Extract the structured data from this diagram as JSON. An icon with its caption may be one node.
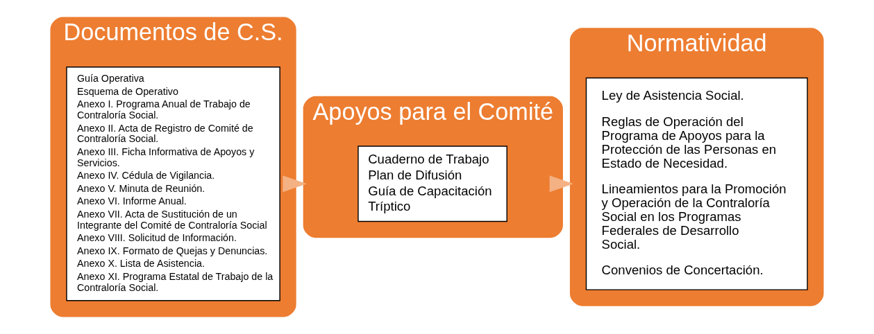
{
  "diagram": {
    "nodes": [
      {
        "text": [
          "Documentos de C.S."
        ]
      },
      {
        "text": [
          "Guía Operativa",
          "Esquema de Operativo",
          "Anexo I. Programa Anual de Trabajo de Contraloría Social.",
          "Anexo II. Acta de Registro de Comité de Contraloría Social.",
          "Anexo III. Ficha Informativa de Apoyos y Servicios.",
          "Anexo IV. Cédula de Vigilancia.",
          "Anexo V. Minuta de Reunión.",
          "Anexo VI. Informe Anual.",
          "Anexo VII. Acta de Sustitución de un Integrante del Comité de Contraloría Social",
          "Anexo VIII. Solicitud de Información.",
          "Anexo IX. Formato de Quejas y Denuncias.",
          "Anexo X. Lista de Asistencia.",
          "Anexo XI. Programa Estatal de Trabajo de la Contraloría Social."
        ],
        "in": 0
      },
      {
        "text": [
          "Apoyos para el Comité"
        ]
      },
      {
        "text": [
          "Cuaderno de Trabajo",
          "Plan de Difusión",
          "Guía de Capacitación",
          "Tríptico"
        ],
        "in": 2
      },
      {
        "text": [
          "Normatividad"
        ]
      },
      {
        "text": [
          "Ley de Asistencia Social.",
          "Reglas de Operación del Programa de Apoyos para la Protección de las Personas en Estado de Necesidad.",
          "Lineamientos para la Promoción y Operación de la Contraloría Social en los Programas Federales de Desarrollo Social.",
          "Convenios de Concertación."
        ],
        "in": 4
      }
    ],
    "edges": [
      {
        "from": 0,
        "to": 2,
        "arrow": "to"
      },
      {
        "from": 2,
        "to": 4,
        "arrow": "to"
      }
    ]
  }
}
